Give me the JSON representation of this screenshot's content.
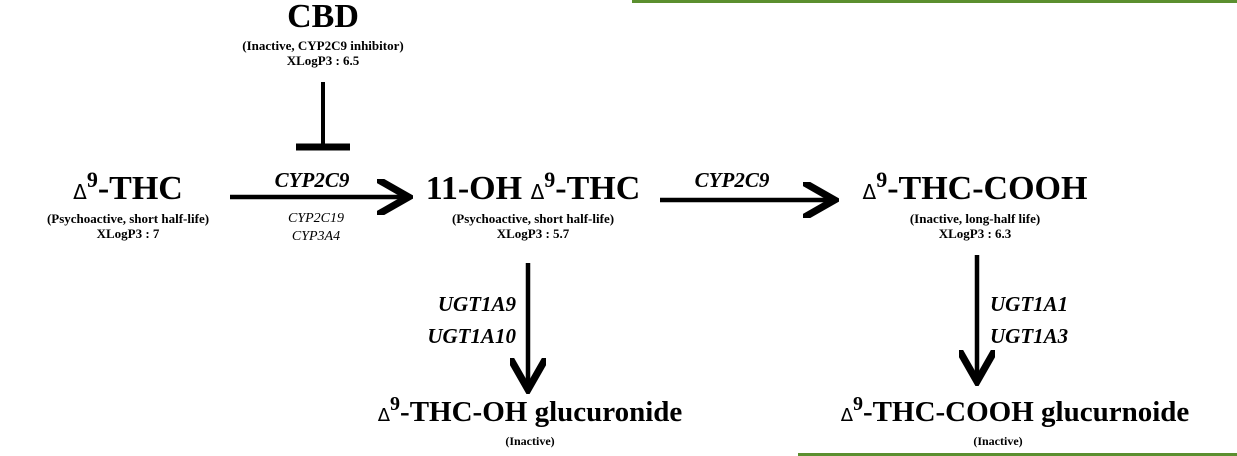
{
  "cbd": {
    "name": "CBD",
    "note": "(Inactive, CYP2C9 inhibitor)",
    "xlogp": "XLogP3 : 6.5"
  },
  "thc": {
    "delta": "Δ",
    "sup": "9",
    "name": "-THC",
    "note": "(Psychoactive, short half-life)",
    "xlogp": "XLogP3 : 7"
  },
  "oh_thc": {
    "prefix": "11-OH ",
    "delta": "Δ",
    "sup": "9",
    "name": "-THC",
    "note": "(Psychoactive, short half-life)",
    "xlogp": "XLogP3 : 5.7"
  },
  "cooh": {
    "delta": "Δ",
    "sup": "9",
    "name": "-THC-COOH",
    "note": "(Inactive, long-half life)",
    "xlogp": "XLogP3 : 6.3"
  },
  "oh_gluc": {
    "delta": "Δ",
    "sup": "9",
    "name": "-THC-OH",
    "suffix": " glucuronide",
    "note": "(Inactive)"
  },
  "cooh_gluc": {
    "delta": "Δ",
    "sup": "9",
    "name": "-THC-COOH",
    "suffix": " glucurnoide",
    "note": "(Inactive)"
  },
  "enzymes": {
    "step1_main": "CYP2C9",
    "step1_minor_1": "CYP2C19",
    "step1_minor_2": "CYP3A4",
    "step2_main": "CYP2C9",
    "oh_ugt_1": "UGT1A9",
    "oh_ugt_2": "UGT1A10",
    "cooh_ugt_1": "UGT1A1",
    "cooh_ugt_2": "UGT1A3"
  },
  "colors": {
    "ink": "#000000",
    "accent_line": "#5b8f2f"
  }
}
